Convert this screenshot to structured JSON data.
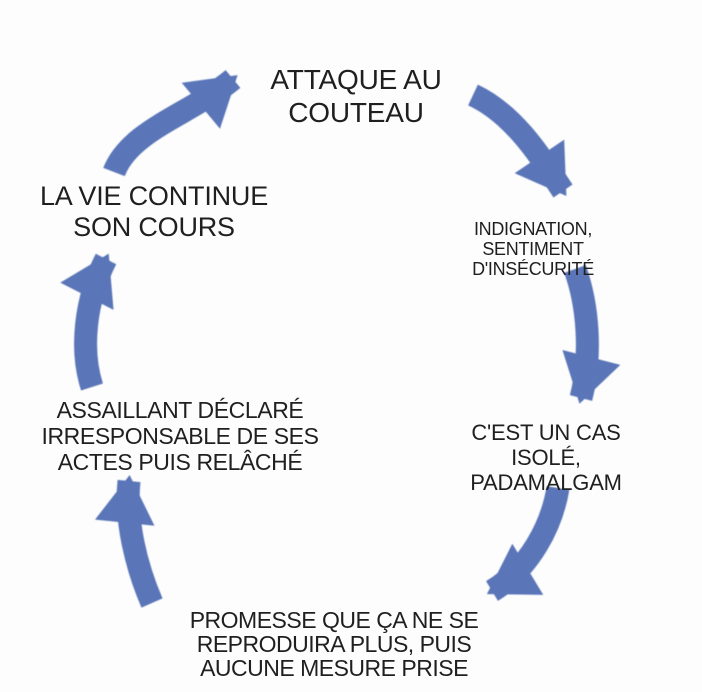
{
  "colors": {
    "arrow": "#5a75b8",
    "text": "#1f1f1f",
    "background": "#fdfdfd"
  },
  "diagram": {
    "type": "cycle",
    "nodes": [
      {
        "id": "attack",
        "label": "ATTAQUE AU\nCOUTEAU"
      },
      {
        "id": "indignation",
        "label": "INDIGNATION, SENTIMENT\nD'INSÉCURITÉ"
      },
      {
        "id": "isolated-case",
        "label": "C'EST UN CAS\nISOLÉ, PADAMALGAM"
      },
      {
        "id": "promise",
        "label": "PROMESSE QUE ÇA NE SE\nREPRODUIRA PLUS, PUIS\nAUCUNE MESURE PRISE"
      },
      {
        "id": "assailant-released",
        "label": "ASSAILLANT DÉCLARÉ\nIRRESPONSABLE DE SES\nACTES PUIS RELÂCHÉ"
      },
      {
        "id": "life-goes-on",
        "label": "LA VIE CONTINUE\nSON COURS"
      }
    ],
    "arrows": [
      {
        "from": "life-goes-on",
        "to": "attack"
      },
      {
        "from": "attack",
        "to": "indignation"
      },
      {
        "from": "indignation",
        "to": "isolated-case"
      },
      {
        "from": "isolated-case",
        "to": "promise"
      },
      {
        "from": "promise",
        "to": "assailant-released"
      },
      {
        "from": "assailant-released",
        "to": "life-goes-on"
      }
    ]
  }
}
